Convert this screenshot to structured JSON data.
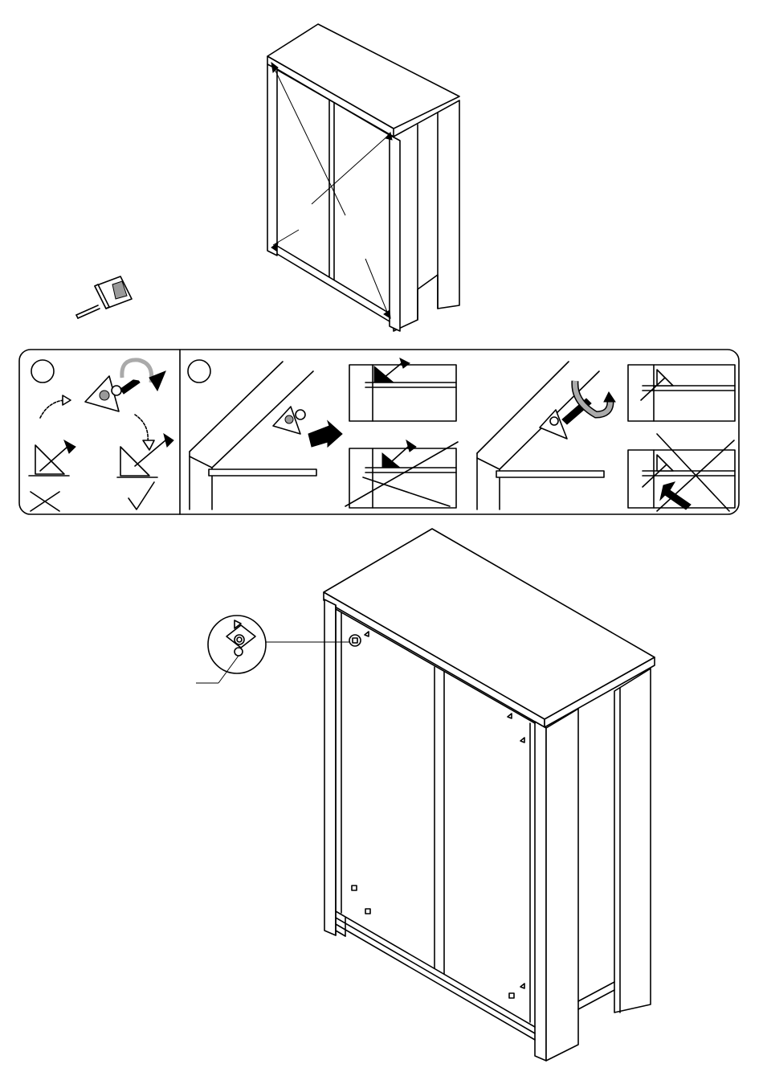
{
  "page": {
    "title": "",
    "background": "#ffffff",
    "line_color": "#000000"
  },
  "illustrations": [
    {
      "id": "cabinet-diagonal-measure",
      "icon": "wardrobe-front-icon"
    },
    {
      "id": "tape-measure",
      "icon": "tape-measure-icon"
    },
    {
      "id": "instruction-panel",
      "steps": [
        {
          "id": "step-1",
          "badge": "",
          "icons": [
            "corner-bracket-icon",
            "screw-icon",
            "cross-icon",
            "check-icon"
          ]
        },
        {
          "id": "step-2",
          "badge": "",
          "icons": [
            "shelf-corner-icon",
            "screw-icon",
            "arrow-icon",
            "cross-icon",
            "rotate-arrow-icon"
          ]
        }
      ]
    },
    {
      "id": "cabinet-back-view",
      "icon": "wardrobe-back-icon"
    },
    {
      "id": "bracket-detail",
      "icon": "bracket-detail-icon"
    }
  ],
  "colors": {
    "stroke": "#000000",
    "fill": "#ffffff",
    "shade": "#9a9a9a"
  }
}
